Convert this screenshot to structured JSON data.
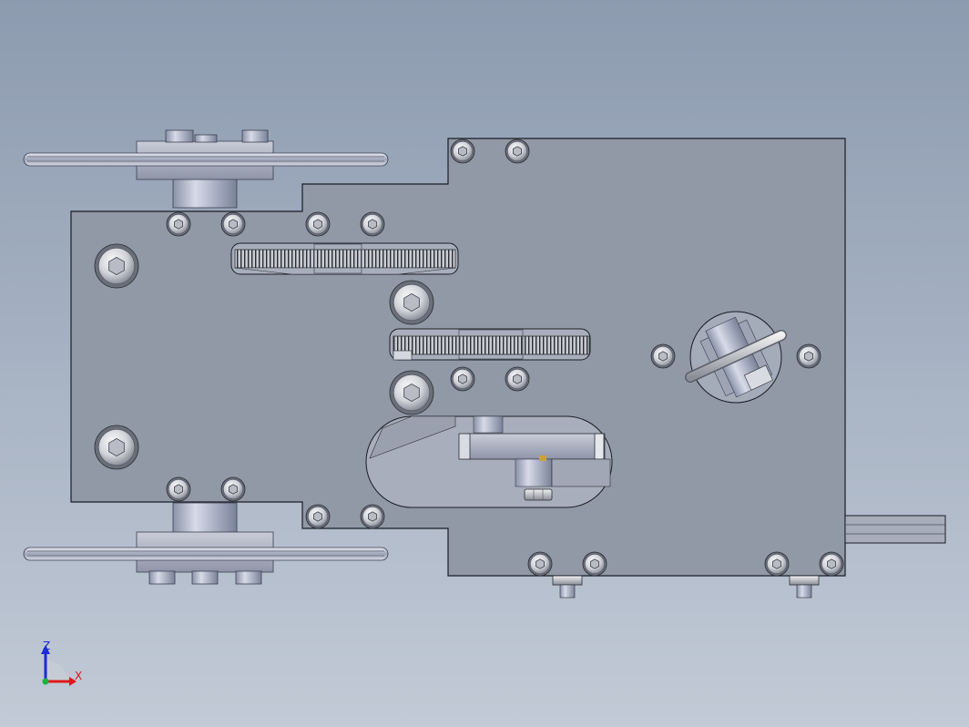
{
  "viewport": {
    "background_top": "#8d9bb0",
    "background_bottom": "#c2cad6"
  },
  "part": {
    "plate_fill": "#9199a7",
    "plate_stroke": "#1a1d24",
    "bolt_count": 22
  },
  "triad": {
    "z_label": "Z",
    "x_label": "X",
    "z_color": "#1b2bd6",
    "x_color": "#e0161b",
    "origin_color": "#18b43a"
  },
  "icons": {
    "bolt": "hex-socket-cap-screw-icon",
    "pulley": "pulley-wheel-icon",
    "rack": "gear-rack-icon",
    "nut": "hex-nut-icon",
    "handle": "rotary-handle-icon"
  }
}
